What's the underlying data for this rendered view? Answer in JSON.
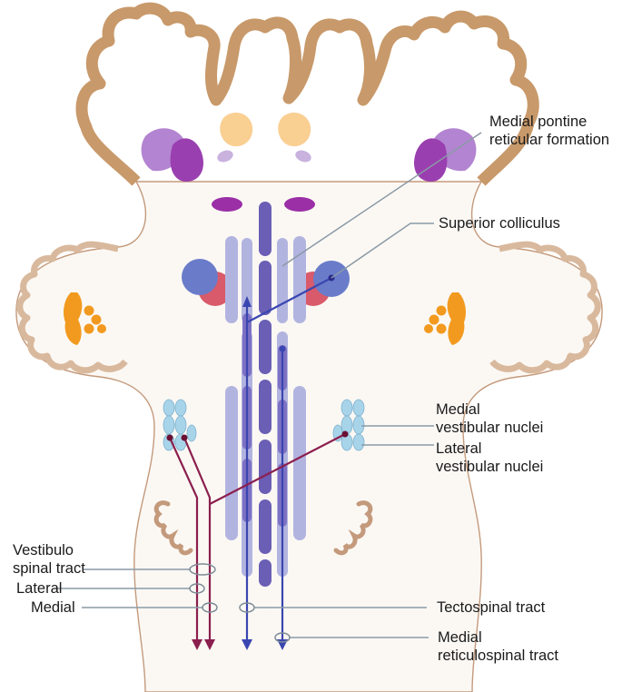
{
  "labels": {
    "medial_pontine": [
      "Medial pontine",
      "reticular formation"
    ],
    "superior_colliculus": "Superior colliculus",
    "medial_vestibular": [
      "Medial",
      "vestibular nuclei"
    ],
    "lateral_vestibular": [
      "Lateral",
      "vestibular nuclei"
    ],
    "vestibulospinal": [
      "Vestibulo",
      "spinal tract"
    ],
    "lateral": "Lateral",
    "medial": "Medial",
    "tectospinal": "Tectospinal tract",
    "medial_reticulospinal": [
      "Medial",
      "reticulospinal tract"
    ]
  },
  "colors": {
    "cortex": "#c8996a",
    "cortex_outline": "#a67a4e",
    "cerebellum": "#d9b99d",
    "brainstem_fill": "#fbf8f4",
    "nucleus_purple": "#b384d1",
    "nucleus_dark_purple": "#9a3fb0",
    "nucleus_peach": "#f9cf92",
    "colliculus_blue": "#6a7cc9",
    "colliculus_red": "#d95a6a",
    "olive_orange": "#f29a1f",
    "vestibular_blue": "#a8d4ea",
    "tract_light": "#b2b4e0",
    "tract_dark": "#6b5eb5",
    "blue_tract_line": "#3a46b0",
    "vestibulo_line": "#8b1f4e",
    "leader_line": "#8a9aa6"
  }
}
